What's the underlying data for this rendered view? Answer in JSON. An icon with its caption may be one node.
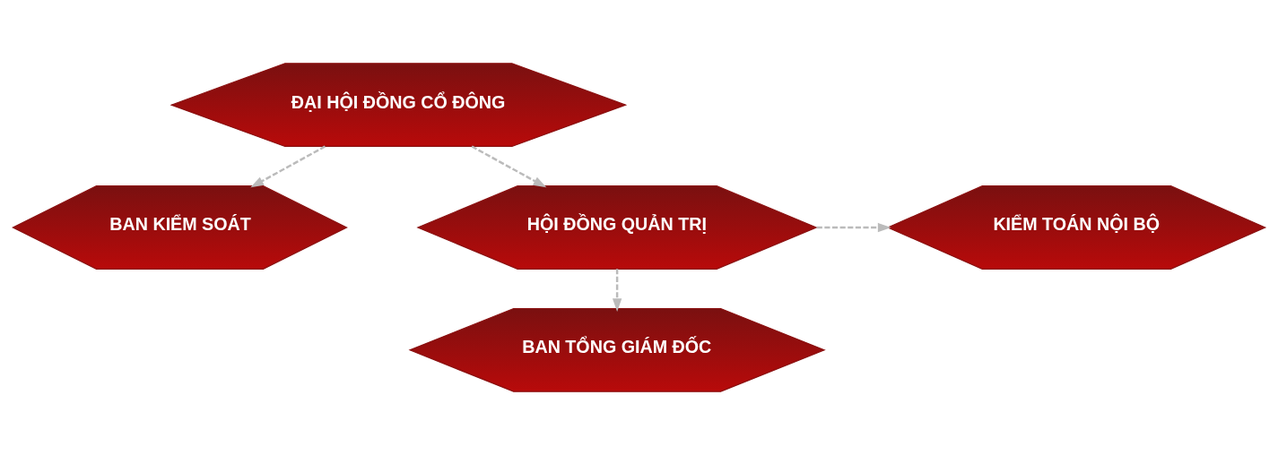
{
  "diagram": {
    "nodes": [
      {
        "text": [
          "ĐẠI HỘI ĐỒNG CỔ ĐÔNG"
        ]
      },
      {
        "text": [
          "BAN KIỂM SOÁT"
        ]
      },
      {
        "text": [
          "HỘI ĐỒNG QUẢN TRỊ"
        ]
      },
      {
        "text": [
          "KIỂM TOÁN NỘI BỘ"
        ]
      },
      {
        "text": [
          "BAN TỔNG GIÁM ĐỐC"
        ]
      }
    ],
    "edges": [
      {
        "from": 0,
        "to": 1,
        "arrow": "to",
        "style": "dashed"
      },
      {
        "from": 0,
        "to": 2,
        "arrow": "to",
        "style": "dashed"
      },
      {
        "from": 2,
        "to": 3,
        "arrow": "to",
        "style": "dashed"
      },
      {
        "from": 2,
        "to": 4,
        "arrow": "to",
        "style": "dashed"
      }
    ]
  }
}
